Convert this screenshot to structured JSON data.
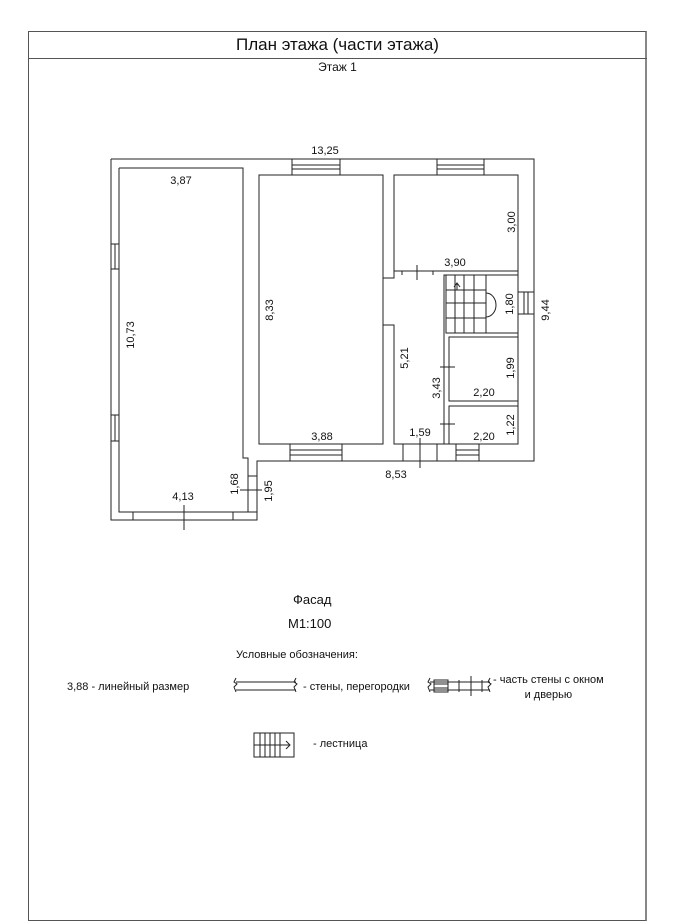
{
  "header": {
    "title": "План этажа (части этажа)",
    "floor": "Этаж 1"
  },
  "dimensions": {
    "total_width": "13,25",
    "room1_width": "3,87",
    "room1_length": "10,73",
    "room1_bottom": "4,13",
    "notch_inner": "1,68",
    "notch_outer": "1,95",
    "room2_length": "8,33",
    "room2_width": "3,88",
    "room3_depth": "3,00",
    "room3_width": "3,90",
    "stair_len": "1,80",
    "total_depth": "9,44",
    "corridor_len": "5,21",
    "corridor_side": "3,43",
    "room4_depth": "1,99",
    "room4_width": "2,20",
    "room5_depth": "1,22",
    "room5_width": "2,20",
    "corridor_width": "1,59",
    "bottom_width": "8,53"
  },
  "footer": {
    "facade": "Фасад",
    "scale": "М1:100",
    "legend_title": "Условные обозначения:"
  },
  "legend": {
    "linear": "3,88 - линейный размер",
    "walls": "- стены, перегородки",
    "window_door_1": "- часть стены с окном",
    "window_door_2": "и дверью",
    "stairs": "- лестница"
  }
}
